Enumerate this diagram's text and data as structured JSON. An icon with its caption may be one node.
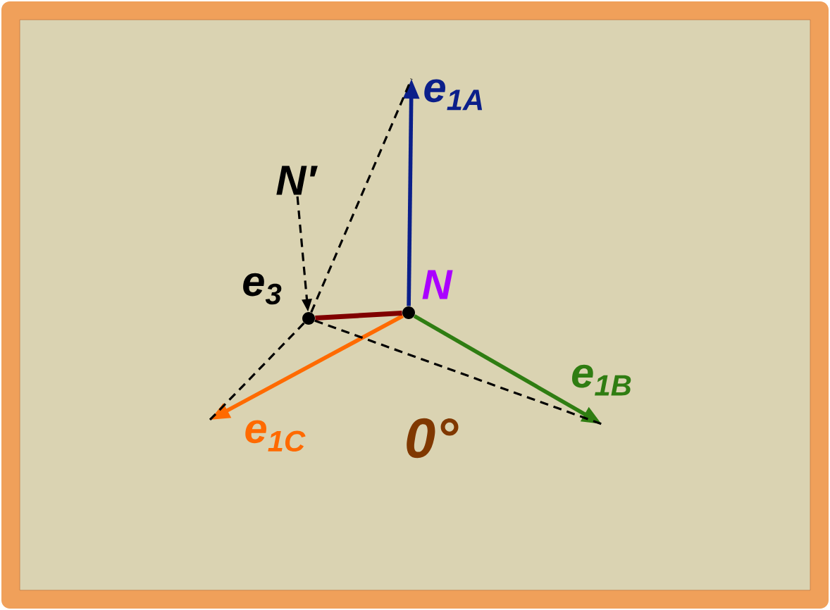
{
  "diagram": {
    "nodes": [
      {
        "text": [],
        "shape": "circle",
        "beside": [
          "N"
        ]
      },
      {
        "text": [],
        "shape": "circle",
        "beside": [
          "e$_{3}$"
        ]
      },
      {
        "text": [
          "N′"
        ]
      },
      {
        "text": [
          "e$_{1A}$"
        ]
      },
      {
        "text": [
          "e$_{1B}$"
        ]
      },
      {
        "text": [
          "e$_{1C}$"
        ]
      }
    ],
    "edges": [
      {
        "from": 0,
        "to": 3,
        "arrow": "to",
        "color": "#0b1f8a"
      },
      {
        "from": 0,
        "to": 4,
        "arrow": "to",
        "color": "#2f7d12"
      },
      {
        "from": 0,
        "to": 5,
        "arrow": "to",
        "color": "#ff6a00"
      },
      {
        "from": 1,
        "to": 0,
        "arrow": "none",
        "style": "thick",
        "color": "#800000"
      },
      {
        "from": 1,
        "to": 3,
        "arrow": "none",
        "style": "dashed"
      },
      {
        "from": 1,
        "to": 4,
        "arrow": "none",
        "style": "dashed"
      },
      {
        "from": 1,
        "to": 5,
        "arrow": "none",
        "style": "dashed"
      },
      {
        "from": 2,
        "to": 1,
        "arrow": "to",
        "style": "dashed",
        "color": "#000000"
      }
    ],
    "labels": [
      "0°"
    ]
  }
}
